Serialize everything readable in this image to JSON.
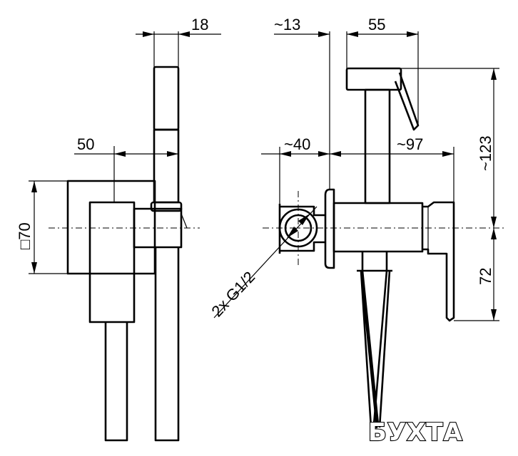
{
  "dimensions": {
    "d18": "18",
    "d50": "50",
    "square70": "□70",
    "d13": "~13",
    "d55": "55",
    "d40": "~40",
    "d97": "~97",
    "d123": "~123",
    "d72": "72",
    "thread": "2x G1/2"
  },
  "watermark": "БУХТА"
}
